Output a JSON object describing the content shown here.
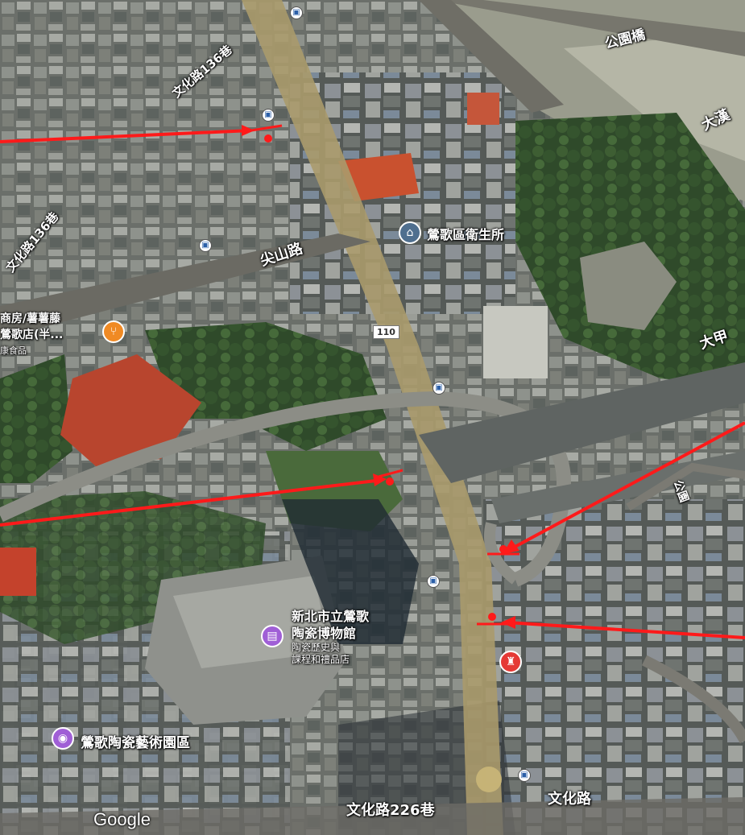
{
  "map": {
    "labels": {
      "gongyuan_bridge": "公園橋",
      "dahan": "大漢",
      "wenhua_136_top": "文化路136巷",
      "wenhua_136_left": "文化路136巷",
      "jianshan": "尖山路",
      "health_station": "鶯歌區衛生所",
      "restaurant_1": "商房/薯薯藤",
      "restaurant_2": "鶯歌店(半...",
      "restaurant_3": "康食品",
      "dajia": "大甲",
      "museum_1": "新北市立鶯歌",
      "museum_2": "陶瓷博物館",
      "museum_3": "陶瓷歷史與",
      "museum_4": "課程和禮品店",
      "art_park": "鶯歌陶瓷藝術園區",
      "wenhua_226": "文化路226巷",
      "wenhua": "文化路",
      "gongyuan_road": "公園"
    },
    "route_shield": "110",
    "watermark": "Google"
  },
  "colors": {
    "arrow": "#ff1a1a",
    "poi_food": "#f08a24",
    "poi_gov": "#4f6f8f",
    "poi_museum": "#a05fd6",
    "poi_red": "#e53935"
  },
  "icons": [
    "bus-stop-icon",
    "restaurant-icon",
    "government-icon",
    "museum-icon",
    "camera-icon",
    "shop-icon"
  ]
}
